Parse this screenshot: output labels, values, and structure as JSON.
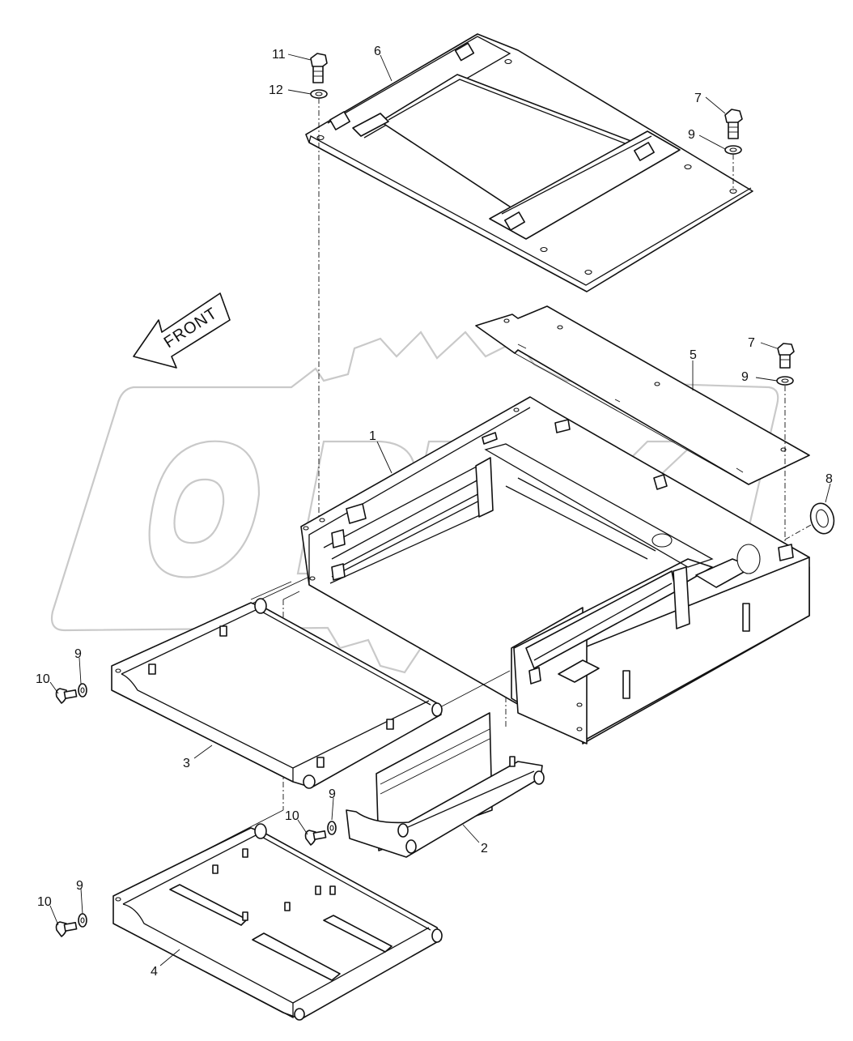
{
  "direction_arrow": {
    "label": "FRONT"
  },
  "watermark": {
    "text": "OPEX"
  },
  "callouts": [
    {
      "id": "c1",
      "label": "1"
    },
    {
      "id": "c2",
      "label": "2"
    },
    {
      "id": "c3",
      "label": "3"
    },
    {
      "id": "c4",
      "label": "4"
    },
    {
      "id": "c5",
      "label": "5"
    },
    {
      "id": "c6",
      "label": "6"
    },
    {
      "id": "c7a",
      "label": "7"
    },
    {
      "id": "c7b",
      "label": "7"
    },
    {
      "id": "c8",
      "label": "8"
    },
    {
      "id": "c9a",
      "label": "9"
    },
    {
      "id": "c9b",
      "label": "9"
    },
    {
      "id": "c9c",
      "label": "9"
    },
    {
      "id": "c9d",
      "label": "9"
    },
    {
      "id": "c9e",
      "label": "9"
    },
    {
      "id": "c10a",
      "label": "10"
    },
    {
      "id": "c10b",
      "label": "10"
    },
    {
      "id": "c10c",
      "label": "10"
    },
    {
      "id": "c11",
      "label": "11"
    },
    {
      "id": "c12",
      "label": "12"
    }
  ]
}
